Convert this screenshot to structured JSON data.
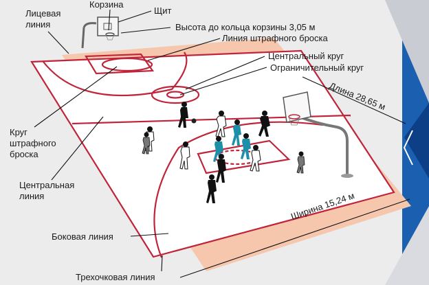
{
  "labels": {
    "end_line": [
      "Лицевая",
      "линия"
    ],
    "basket": "Корзина",
    "backboard": "Щит",
    "rim_height": "Высота до кольца корзины 3,05 м",
    "free_throw_line": "Линия штрафного броска",
    "center_circle": "Центральный круг",
    "restricted_circle": "Ограничительный круг",
    "length": "Длина 28,65 м",
    "free_throw_circle": [
      "Круг",
      "штрафного",
      "броска"
    ],
    "center_line": [
      "Центральная",
      "линия"
    ],
    "side_line": "Боковая линия",
    "width": "Ширина 15,24 м",
    "three_point_line": "Трехочковая линия"
  },
  "colors": {
    "background": "#ececec",
    "court_border": "#f6c6ad",
    "court_floor": "#ffffff",
    "court_lines": "#c0243a",
    "accent_blue": "#1565c0"
  }
}
